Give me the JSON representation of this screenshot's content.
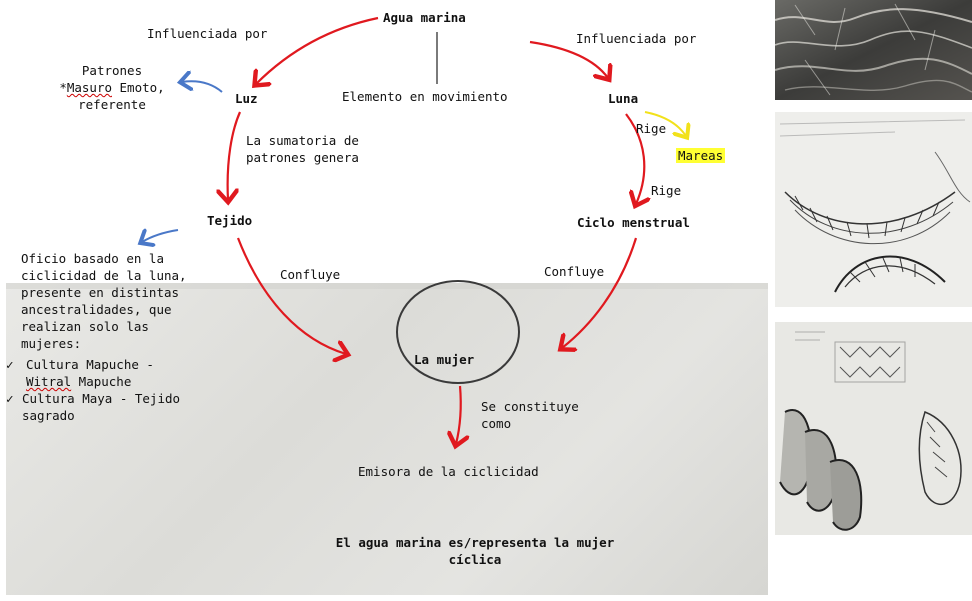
{
  "title": "Agua marina",
  "center_label": "Elemento en movimiento",
  "influence_left": "Influenciada por",
  "influence_right": "Influenciada por",
  "luz": "Luz",
  "luna": "Luna",
  "patrones": {
    "line1": "Patrones",
    "line2_prefix": "*",
    "line2_name": "Masuro",
    "line2_rest": " Emoto,",
    "line3": "referente"
  },
  "sumatoria": [
    "La sumatoria de",
    "patrones genera"
  ],
  "rige1": "Rige",
  "mareas": "Mareas",
  "rige2": "Rige",
  "tejido": "Tejido",
  "ciclo": "Ciclo menstrual",
  "oficio": [
    "Oficio basado en la",
    "ciclicidad de la luna,",
    "presente en distintas",
    "ancestralidades, que",
    "realizan solo las",
    "mujeres:"
  ],
  "checks": [
    {
      "mark": "✓",
      "line1": "Cultura Mapuche -",
      "line2_squig": "Witral",
      "line2_rest": " Mapuche"
    },
    {
      "mark": "✓",
      "line1": "Cultura Maya - Tejido",
      "line2_squig": "",
      "line2_rest": "sagrado"
    }
  ],
  "confluye_left": "Confluye",
  "confluye_right": "Confluye",
  "mujer": "La mujer",
  "constituye": [
    "Se constituye",
    "como"
  ],
  "emisora": "Emisora de la ciclicidad",
  "conclusion": [
    "El agua marina es/representa la mujer",
    "cíclica"
  ],
  "colors": {
    "red_arrow": "#e0191f",
    "blue_arrow": "#4a78c8",
    "yellow_arrow": "#f2e11a",
    "highlight": "#ffff33"
  },
  "photos": [
    "water-surface-photo",
    "crochet-sketch-photo",
    "hands-weaving-sketch-photo"
  ]
}
